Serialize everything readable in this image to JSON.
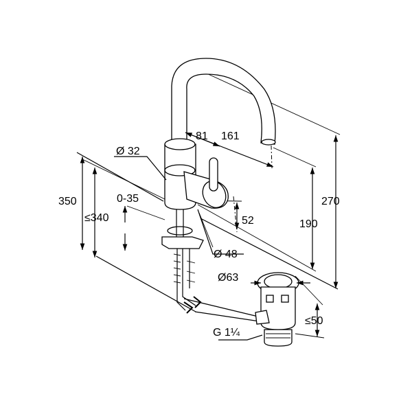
{
  "dimensions": {
    "d_32": "Ø 32",
    "d_81": "81",
    "d_161": "161",
    "d_350": "350",
    "d_0_35": "0-35",
    "d_le340": "≤340",
    "d_270": "270",
    "d_190": "190",
    "d_52": "52",
    "d_48": "Ø 48",
    "d_63": "Ø63",
    "d_le50": "≤50",
    "d_g114": "G 1¼"
  }
}
